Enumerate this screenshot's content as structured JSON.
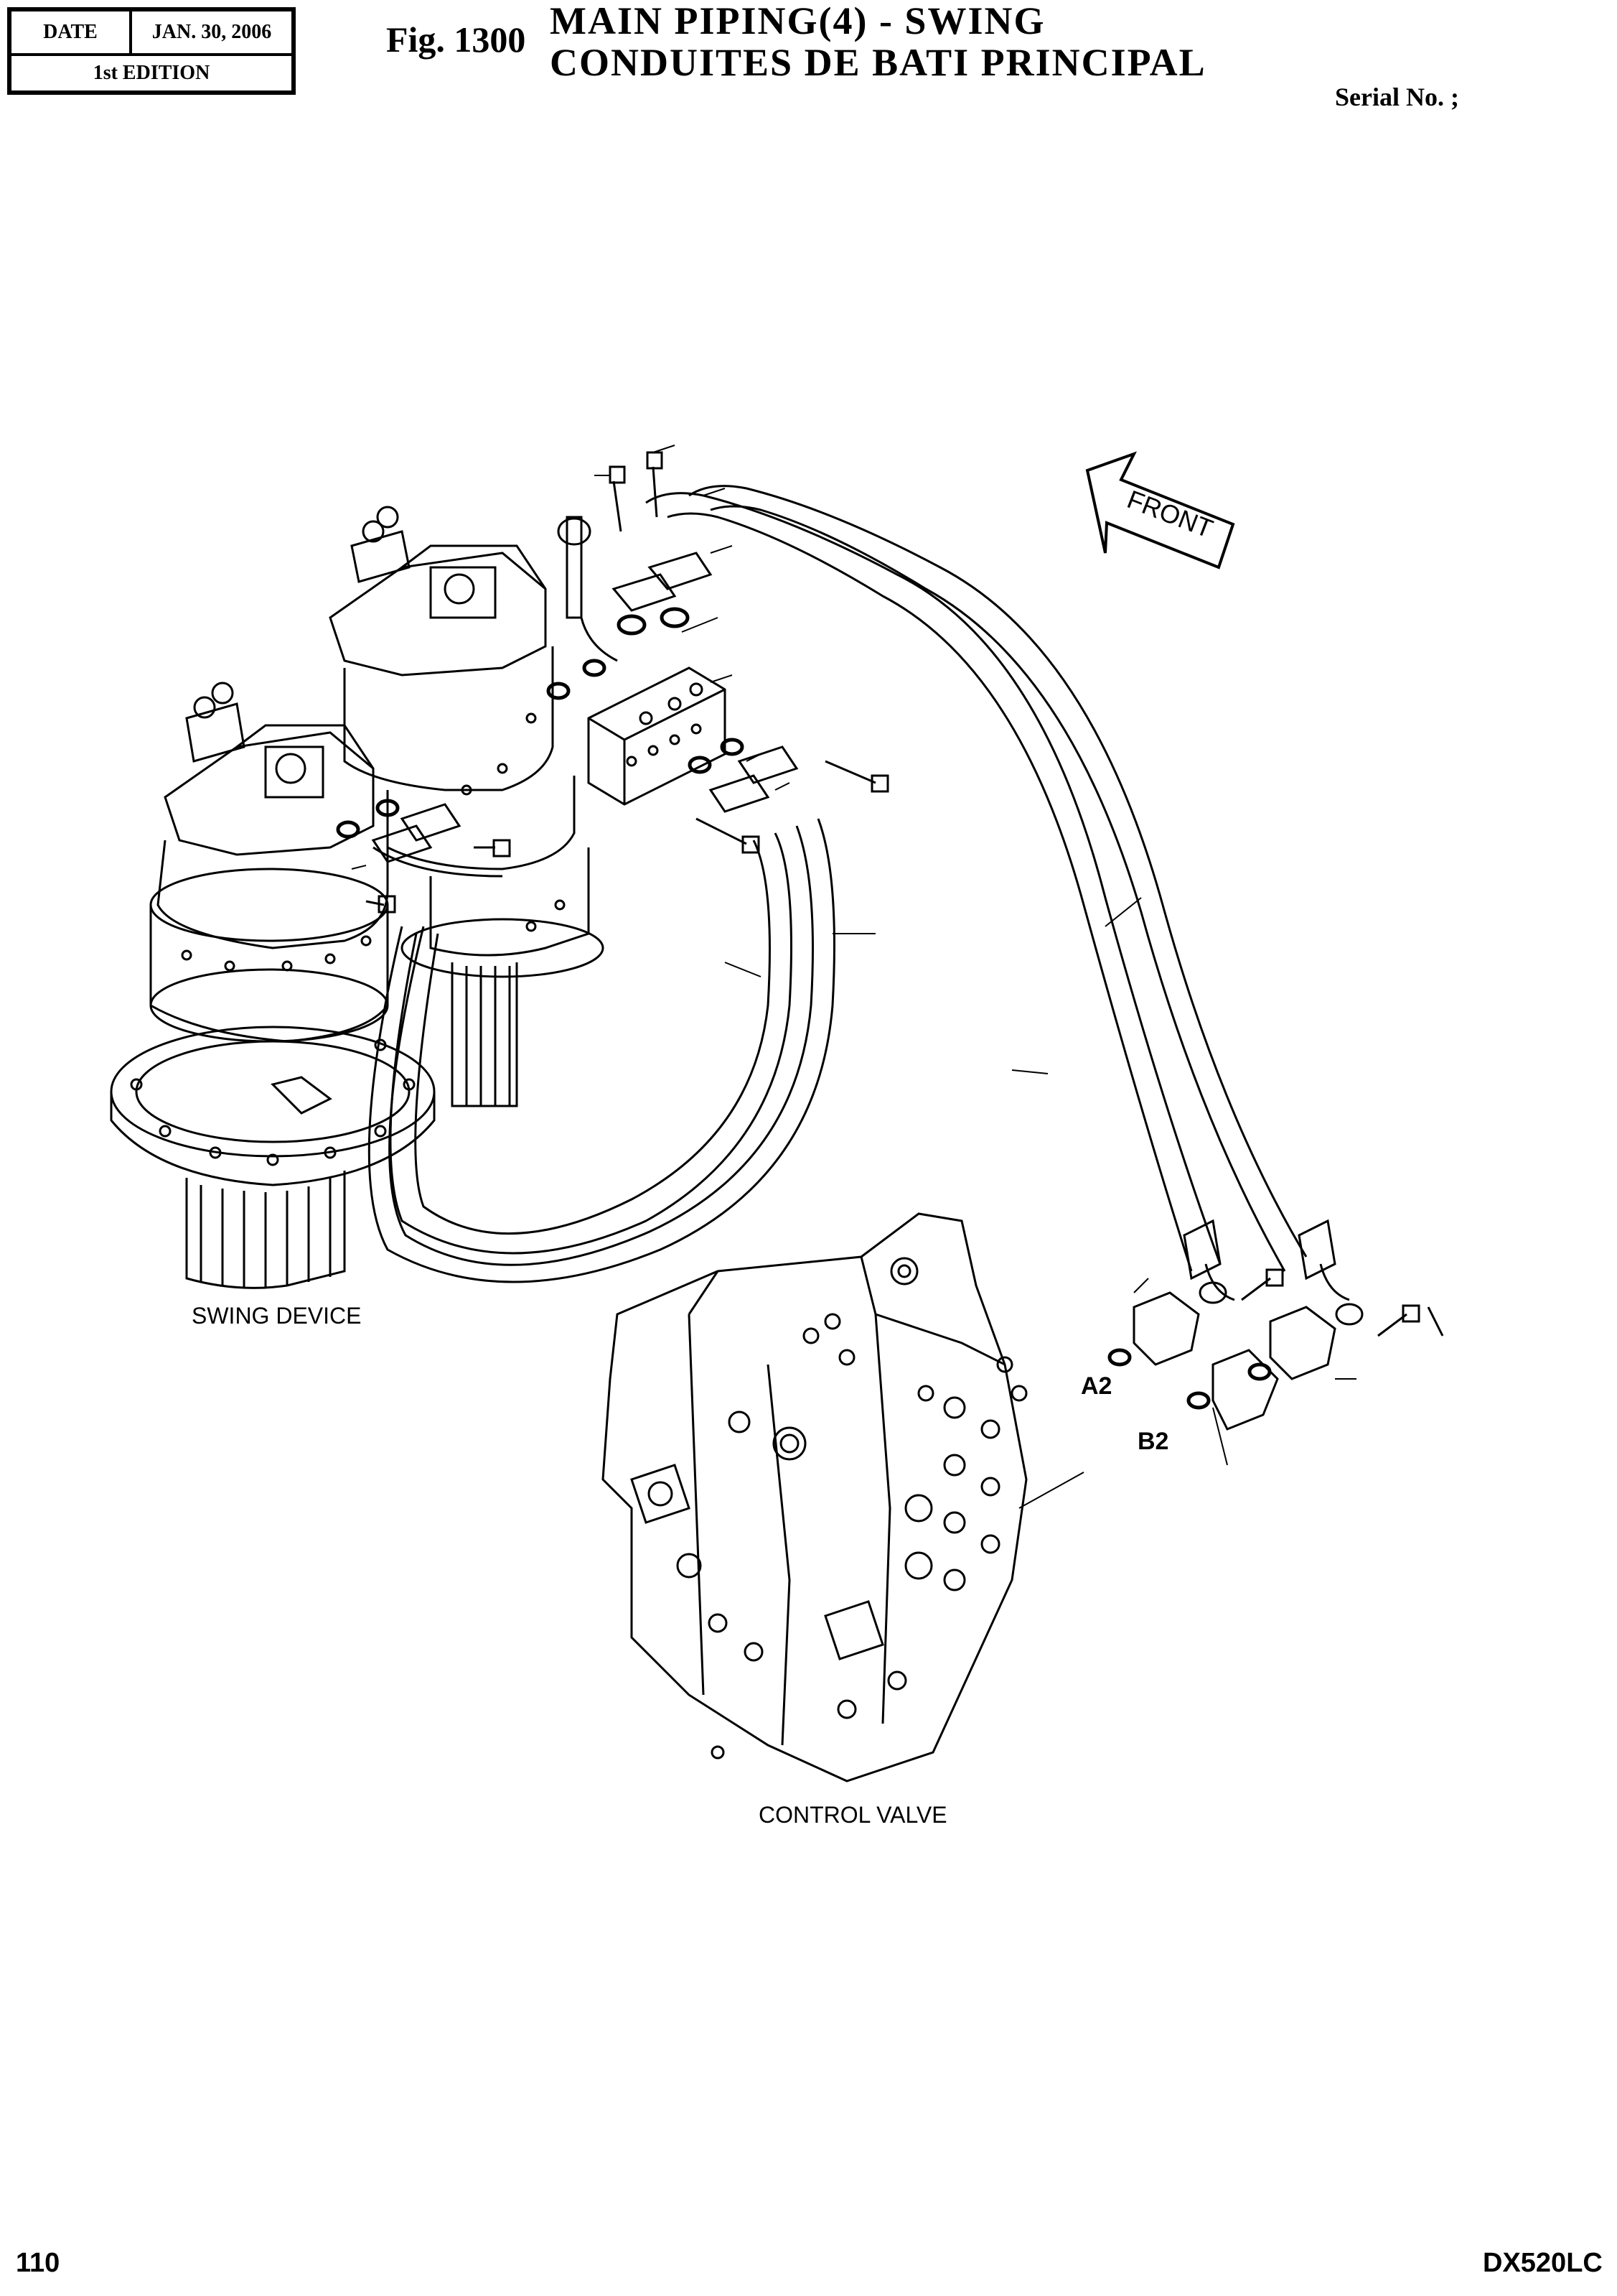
{
  "header": {
    "date_label": "DATE",
    "date_value": "JAN. 30, 2006",
    "edition": "1st EDITION",
    "fig_number": "Fig. 1300",
    "title_en": "MAIN  PIPING(4)  -  SWING",
    "title_fr": "CONDUITES  DE  BATI  PRINCIPAL",
    "serial": "Serial No. ;"
  },
  "diagram": {
    "front_label": "FRONT",
    "swing_device_label": "SWING DEVICE",
    "control_valve_label": "CONTROL VALVE",
    "port_a2": "A2",
    "port_b2": "B2"
  },
  "footer": {
    "page": "110",
    "model": "DX520LC"
  }
}
